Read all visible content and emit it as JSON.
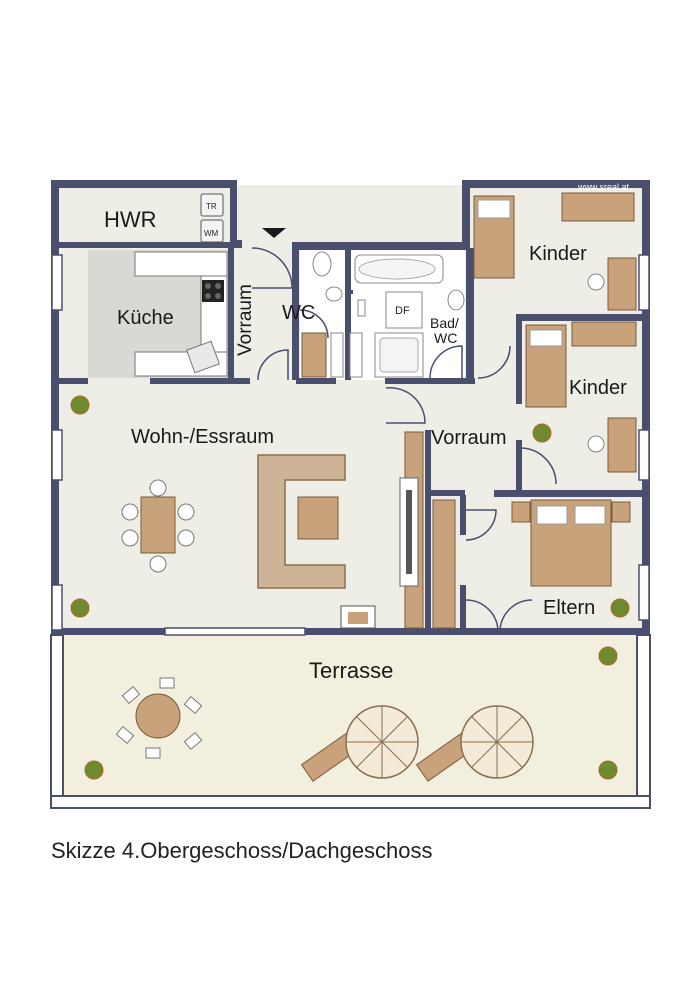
{
  "watermark": "www.sreal.at",
  "rooms": {
    "hwr": "HWR",
    "kueche": "Küche",
    "vorraum_left": "Vorraum",
    "wc": "WC",
    "bad_wc_line1": "Bad/",
    "bad_wc_line2": "WC",
    "kinder_top": "Kinder",
    "kinder_mid": "Kinder",
    "wohn": "Wohn-/Essraum",
    "vorraum_mid": "Vorraum",
    "eltern": "Eltern",
    "terrasse": "Terrasse"
  },
  "appliances": {
    "tr": "TR",
    "wm": "WM",
    "df": "DF"
  },
  "caption": "Skizze 4.Obergeschoss/Dachgeschoss",
  "colors": {
    "wall": "#4a4f6e",
    "floor": "#eeede6",
    "tile": "#ffffff",
    "terrace": "#f3efdf",
    "wood": "#c7a27a",
    "sofa": "#cdb497"
  }
}
